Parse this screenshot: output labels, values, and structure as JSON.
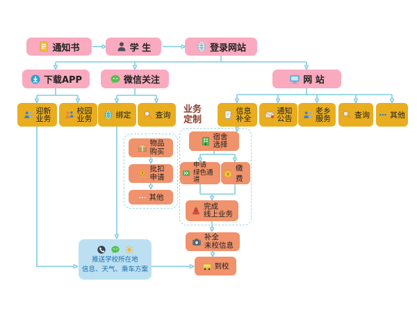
{
  "colors": {
    "pink_box": "#f9aabf",
    "gold_box": "#e9ad20",
    "orange_box": "#f0926b",
    "blue_panel": "#bcdff2",
    "arrow": "#7ecbe2",
    "group_label_text": "#8a3c2c"
  },
  "nodes": {
    "notice": {
      "label": "通知书",
      "icon": "document-icon"
    },
    "student": {
      "label": "学 生",
      "icon": "student-icon"
    },
    "login": {
      "label": "登录网站",
      "icon": "globe-icon"
    },
    "app": {
      "label": "下载APP",
      "icon": "app-download-icon"
    },
    "wechat": {
      "label": "微信关注",
      "icon": "wechat-icon"
    },
    "site": {
      "label": "网 站",
      "icon": "monitor-icon"
    },
    "welcome": {
      "lines": [
        "迎新",
        "业务"
      ],
      "icon": "people-icon"
    },
    "campus": {
      "lines": [
        "校园",
        "业务"
      ],
      "icon": "people-icon"
    },
    "bind": {
      "label": "绑定",
      "icon": "globe-icon"
    },
    "query_wechat": {
      "label": "查询",
      "icon": "magnifier-icon"
    },
    "custom_label": {
      "lines": [
        "业务",
        "定制"
      ]
    },
    "info": {
      "lines": [
        "信息",
        "补全"
      ],
      "icon": "form-pencil-icon"
    },
    "announce": {
      "lines": [
        "通知",
        "公告"
      ],
      "icon": "envelope-icon"
    },
    "fellow": {
      "lines": [
        "老乡",
        "服务"
      ],
      "icon": "people-icon"
    },
    "query_site": {
      "label": "查询",
      "icon": "magnifier-icon"
    },
    "other_site": {
      "label": "其他",
      "icon": "ellipsis-icon"
    },
    "goods": {
      "lines": [
        "物品",
        "购买"
      ],
      "icon": "package-icon"
    },
    "deduct": {
      "lines": [
        "批扣",
        "申请"
      ],
      "icon": "coin-hand-icon"
    },
    "other_app": {
      "label": "其他",
      "icon": "ellipsis-icon"
    },
    "dorm": {
      "lines": [
        "宿舍",
        "选择"
      ],
      "icon": "building-icon"
    },
    "green_channel": {
      "lines": [
        "申请",
        "绿色通道"
      ],
      "icon": "green-channel-icon"
    },
    "fee": {
      "label": "缴费",
      "icon": "moneybag-icon"
    },
    "complete": {
      "lines": [
        "完成",
        "线上业务"
      ],
      "icon": "stamp-icon"
    },
    "supplement": {
      "lines": [
        "补全",
        "未校信息"
      ],
      "icon": "camera-icon"
    },
    "arrive": {
      "label": "到校",
      "icon": "bus-icon"
    },
    "push": {
      "lines": [
        "推送学校所在地",
        "信息、天气、乘车方案"
      ],
      "icons": [
        "phone-icon",
        "wechat-icon",
        "sun-icon"
      ]
    }
  },
  "edges": [
    [
      "通知书",
      "学生"
    ],
    [
      "学生",
      "登录网站"
    ],
    [
      "登录网站",
      "下载APP"
    ],
    [
      "登录网站",
      "微信关注"
    ],
    [
      "登录网站",
      "网站"
    ],
    [
      "下载APP",
      "迎新业务"
    ],
    [
      "下载APP",
      "校园业务"
    ],
    [
      "微信关注",
      "绑定"
    ],
    [
      "微信关注",
      "查询"
    ],
    [
      "网站",
      "信息补全"
    ],
    [
      "网站",
      "通知公告"
    ],
    [
      "网站",
      "老乡服务"
    ],
    [
      "网站",
      "查询"
    ],
    [
      "网站",
      "其他"
    ],
    [
      "物品购买",
      "批扣申请"
    ],
    [
      "批扣申请",
      "其他"
    ],
    [
      "信息补全",
      "宿舍选择"
    ],
    [
      "宿舍选择",
      "申请绿色通道"
    ],
    [
      "宿舍选择",
      "缴费"
    ],
    [
      "申请绿色通道",
      "完成线上业务"
    ],
    [
      "缴费",
      "完成线上业务"
    ],
    [
      "完成线上业务",
      "补全未校信息"
    ],
    [
      "补全未校信息",
      "到校"
    ],
    [
      "绑定",
      "推送信息"
    ],
    [
      "迎新业务",
      "推送信息"
    ],
    [
      "推送信息",
      "到校"
    ]
  ]
}
